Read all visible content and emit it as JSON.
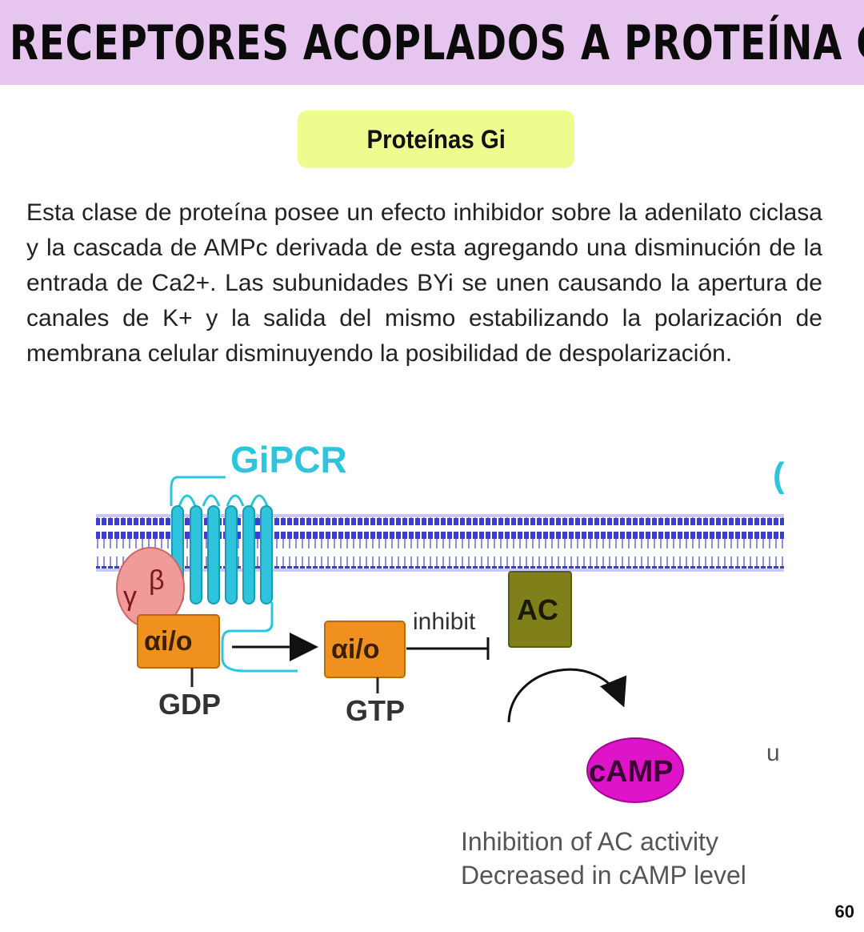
{
  "page": {
    "title": "RECEPTORES ACOPLADOS A PROTEÍNA G",
    "subtitle": "Proteínas Gi",
    "paragraph": "Esta clase de proteína posee un efecto inhibidor sobre la adenilato ciclasa y la cascada de AMPc derivada de esta agregando una disminución de la entrada de Ca2+. Las subunidades BYi se unen causando la apertura de canales de K+ y la salida del mismo estabilizando la polarización de membrana celular disminuyendo la posibilidad de despolarización.",
    "page_number": "60"
  },
  "diagram": {
    "receptor_label": "GiPCR",
    "gamma_label": "γ",
    "beta_label": "β",
    "alpha_inactive_label": "αi/o",
    "alpha_active_label": "αi/o",
    "gdp_label": "GDP",
    "gtp_label": "GTP",
    "inhibit_label": "inhibit",
    "ac_label": "AC",
    "camp_label": "cAMP",
    "result_line1": "Inhibition of AC activity",
    "result_line2": "Decreased in cAMP level",
    "cut_text_top": "(",
    "cut_text_right": "u",
    "colors": {
      "membrane": "#3b3bd6",
      "receptor": "#2dc4dc",
      "alpha": "#f0901e",
      "beta_gamma": "#f09a9a",
      "ac": "#80801a",
      "camp": "#dd14c8",
      "title_band": "#e6c6ef",
      "subtitle_box": "#eefc8f"
    }
  }
}
